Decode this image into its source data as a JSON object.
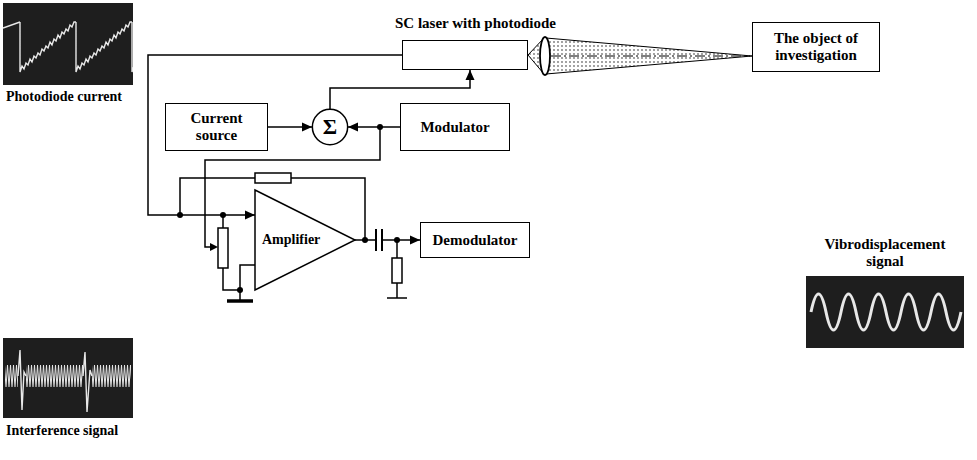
{
  "diagram": {
    "nodes": [
      {
        "text": [
          "SC laser with photodiode"
        ]
      },
      {
        "text": [
          "The object of investigation"
        ]
      },
      {
        "text": [
          "Current source"
        ]
      },
      {
        "text": [
          "Σ"
        ]
      },
      {
        "text": [
          "Modulator"
        ]
      },
      {
        "text": [
          "Amplifier"
        ]
      },
      {
        "text": [
          "Demodulator"
        ]
      }
    ],
    "edges": [
      {
        "from": 2,
        "to": 3,
        "arrow": "to"
      },
      {
        "from": 4,
        "to": 3,
        "arrow": "to"
      },
      {
        "from": 3,
        "to": 0,
        "arrow": "to"
      },
      {
        "from": 0,
        "to": 5,
        "arrow": "to"
      },
      {
        "from": 5,
        "to": 6,
        "arrow": "to"
      }
    ],
    "labels": [
      "Photodiode current",
      "Interference signal",
      "Vibrodisplacement signal"
    ]
  }
}
